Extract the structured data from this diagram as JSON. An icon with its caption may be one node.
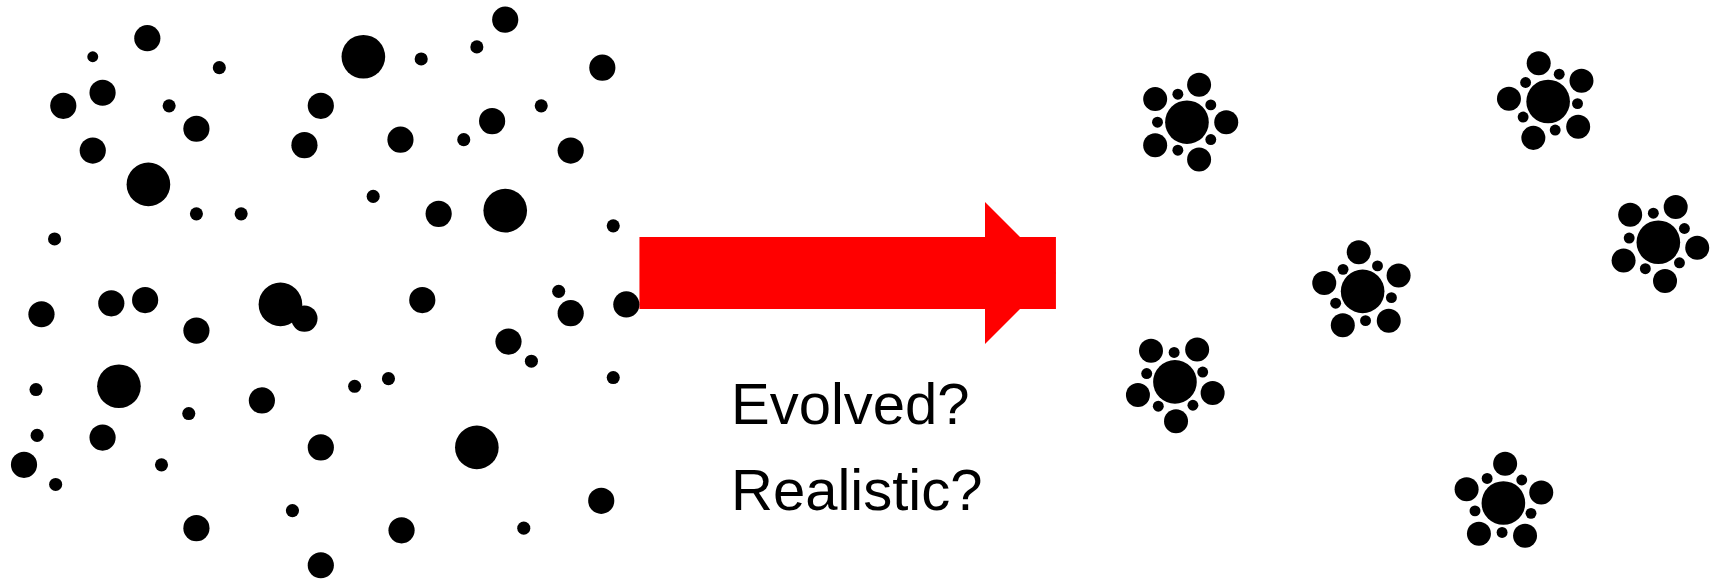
{
  "diagram": {
    "nodes": [
      {
        "text": [],
        "shape": "picture"
      },
      {
        "text": [],
        "shape": "picture"
      }
    ],
    "edges": [
      {
        "from": 0,
        "to": 1,
        "arrow": "to",
        "color": "#ff0000"
      }
    ],
    "labels": [
      "Evolved?",
      "Realistic?"
    ]
  }
}
